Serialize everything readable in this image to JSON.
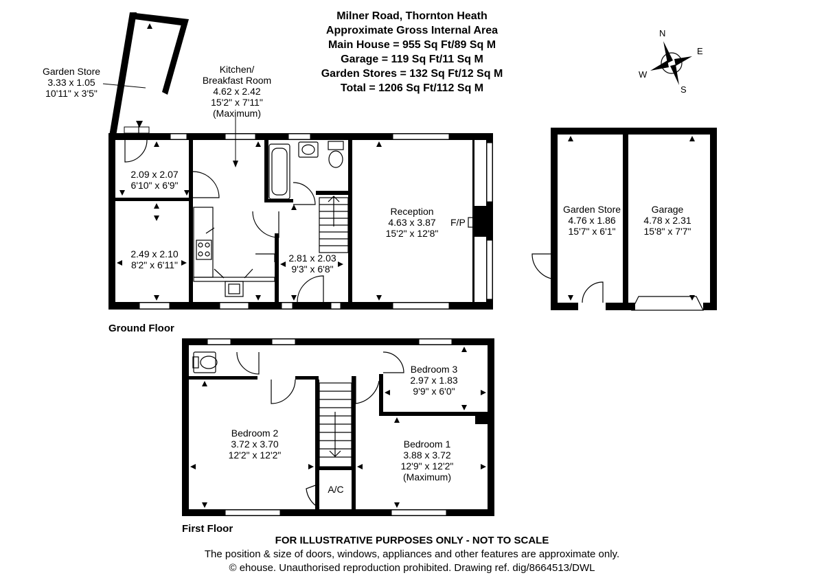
{
  "header": {
    "line1": "Milner Road, Thornton Heath",
    "line2": "Approximate Gross Internal Area",
    "line3": "Main House = 955 Sq Ft/89 Sq M",
    "line4": "Garage = 119 Sq Ft/11 Sq M",
    "line5": "Garden Stores  = 132 Sq Ft/12 Sq M",
    "line6": "Total = 1206 Sq Ft/112 Sq M"
  },
  "compass": {
    "n": "N",
    "e": "E",
    "s": "S",
    "w": "W"
  },
  "rooms": {
    "garden_store_top": {
      "name": "Garden Store",
      "metric": "3.33 x 1.05",
      "imperial": "10'11\" x 3'5\""
    },
    "kitchen": {
      "name1": "Kitchen/",
      "name2": "Breakfast Room",
      "metric": "4.62 x 2.42",
      "imperial": "15'2\" x 7'11\"",
      "note": "(Maximum)"
    },
    "room_a": {
      "metric": "2.09 x 2.07",
      "imperial": "6'10\" x 6'9\""
    },
    "room_b": {
      "metric": "2.49 x 2.10",
      "imperial": "8'2\" x 6'11\""
    },
    "hall": {
      "metric": "2.81 x 2.03",
      "imperial": "9'3\" x 6'8\""
    },
    "reception": {
      "name": "Reception",
      "metric": "4.63 x 3.87",
      "imperial": "15'2\" x 12'8\"",
      "fp": "F/P"
    },
    "garden_store_right": {
      "name": "Garden Store",
      "metric": "4.76 x 1.86",
      "imperial": "15'7\" x 6'1\""
    },
    "garage": {
      "name": "Garage",
      "metric": "4.78 x 2.31",
      "imperial": "15'8\" x 7'7\""
    },
    "bedroom3": {
      "name": "Bedroom 3",
      "metric": "2.97 x 1.83",
      "imperial": "9'9\" x 6'0\""
    },
    "bedroom2": {
      "name": "Bedroom 2",
      "metric": "3.72 x 3.70",
      "imperial": "12'2\" x 12'2\""
    },
    "bedroom1": {
      "name": "Bedroom 1",
      "metric": "3.88 x 3.72",
      "imperial": "12'9\" x 12'2\"",
      "note": "(Maximum)"
    },
    "ac": {
      "name": "A/C"
    }
  },
  "floors": {
    "ground": "Ground Floor",
    "first": "First Floor"
  },
  "footer": {
    "line1": "FOR ILLUSTRATIVE PURPOSES ONLY - NOT TO SCALE",
    "line2": "The position & size of doors, windows, appliances and other features are approximate only.",
    "line3": "© ehouse. Unauthorised reproduction prohibited. Drawing ref. dig/8664513/DWL"
  }
}
